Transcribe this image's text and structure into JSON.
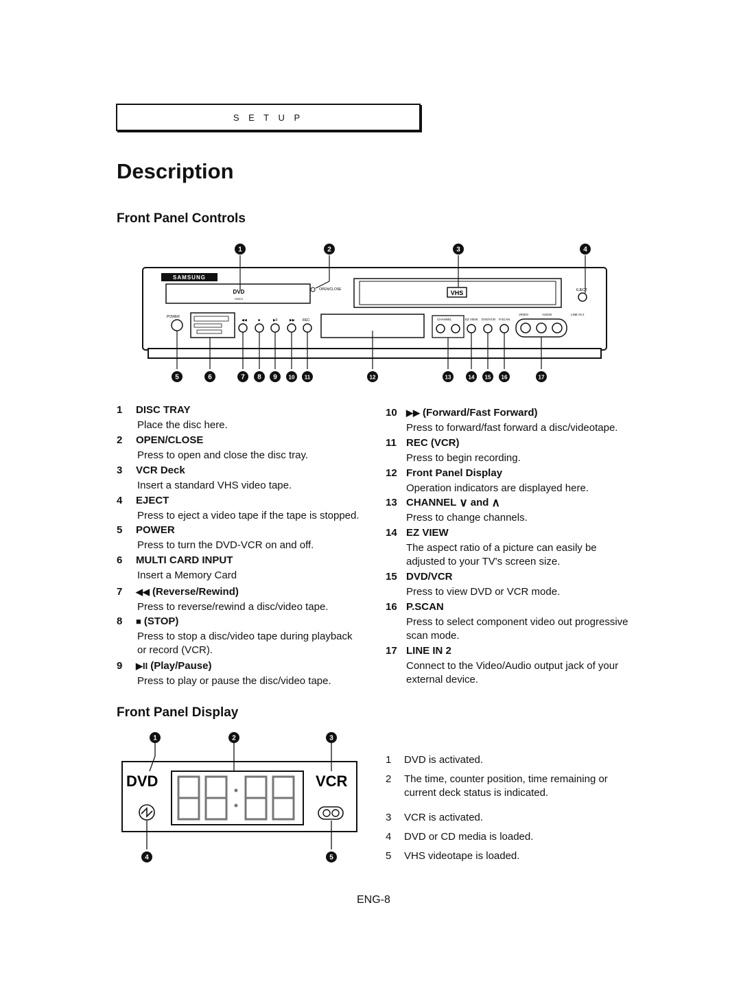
{
  "header": {
    "section_label": "SETUP"
  },
  "page_title": "Description",
  "front_panel_controls": {
    "heading": "Front Panel Controls",
    "diagram": {
      "brand": "SAMSUNG",
      "dvd_logo": "DVD",
      "dvd_logo_sub": "VIDEO",
      "open_close_label": "OPEN/CLOSE",
      "vhs_logo": "VHS",
      "eject_label": "EJECT",
      "power_label": "POWER",
      "rec_label": "REC",
      "channel_label": "CHANNEL",
      "ezview_label": "EZ VIEW",
      "dvdvcr_label": "DVD/VCR",
      "pscan_label": "P.SCAN",
      "video_label": "VIDEO",
      "audio_label": "AUDIO",
      "line_in_label": "LINE IN 2",
      "top_callouts": [
        "1",
        "2",
        "3",
        "4"
      ],
      "bottom_callouts": [
        "5",
        "6",
        "7",
        "8",
        "9",
        "10",
        "11",
        "12",
        "13",
        "14",
        "15",
        "16",
        "17"
      ]
    },
    "items_left": [
      {
        "num": "1",
        "title": "DISC TRAY",
        "desc": [
          "Place the disc here."
        ]
      },
      {
        "num": "2",
        "title": "OPEN/CLOSE",
        "desc": [
          "Press to open and close the disc tray."
        ]
      },
      {
        "num": "3",
        "title": "VCR Deck",
        "desc": [
          "Insert a standard VHS video tape."
        ]
      },
      {
        "num": "4",
        "title": "EJECT",
        "desc": [
          "Press to eject a video tape if the tape is stopped."
        ]
      },
      {
        "num": "5",
        "title": "POWER",
        "desc": [
          "Press to turn the DVD-VCR on and off."
        ]
      },
      {
        "num": "6",
        "title": "MULTI CARD INPUT",
        "desc": [
          "Insert a Memory Card"
        ]
      },
      {
        "num": "7",
        "icon": "rewind-icon",
        "title": "(Reverse/Rewind)",
        "desc": [
          "Press to reverse/rewind a disc/video tape."
        ]
      },
      {
        "num": "8",
        "icon": "stop-icon",
        "title": "(STOP)",
        "desc": [
          "Press to stop a disc/video tape during playback",
          "or record (VCR)."
        ]
      },
      {
        "num": "9",
        "icon": "play-pause-icon",
        "title": "(Play/Pause)",
        "desc": [
          "Press to play or pause the disc/video tape."
        ]
      }
    ],
    "items_right": [
      {
        "num": "10",
        "icon": "fast-forward-icon",
        "title": "(Forward/Fast Forward)",
        "desc": [
          "Press to forward/fast forward a disc/videotape."
        ]
      },
      {
        "num": "11",
        "title": "REC (VCR)",
        "desc": [
          "Press to begin recording."
        ]
      },
      {
        "num": "12",
        "title": "Front Panel Display",
        "desc": [
          "Operation indicators are displayed here."
        ]
      },
      {
        "num": "13",
        "title": "CHANNEL",
        "title_and": "and",
        "desc": [
          "Press to change channels."
        ]
      },
      {
        "num": "14",
        "title": "EZ VIEW",
        "desc": [
          "The aspect ratio of a picture can easily be",
          "adjusted to your TV's screen size."
        ]
      },
      {
        "num": "15",
        "title": "DVD/VCR",
        "desc": [
          "Press to view DVD or VCR mode."
        ]
      },
      {
        "num": "16",
        "title": "P.SCAN",
        "desc": [
          "Press to select component video out progressive",
          "scan mode."
        ]
      },
      {
        "num": "17",
        "title": "LINE IN 2",
        "desc": [
          "Connect to the Video/Audio output jack of your",
          "external device."
        ]
      }
    ]
  },
  "front_panel_display": {
    "heading": "Front Panel Display",
    "diagram": {
      "dvd_text": "DVD",
      "vcr_text": "VCR",
      "top_callouts": [
        "1",
        "2",
        "3"
      ],
      "bottom_callouts": [
        "4",
        "5"
      ]
    },
    "items": [
      {
        "num": "1",
        "text": [
          "DVD is activated."
        ]
      },
      {
        "num": "2",
        "text": [
          "The time, counter position, time remaining or",
          "current deck status is indicated."
        ]
      },
      {
        "num": "3",
        "text": [
          "VCR is activated."
        ]
      },
      {
        "num": "4",
        "text": [
          "DVD or CD media is loaded."
        ]
      },
      {
        "num": "5",
        "text": [
          "VHS videotape is loaded."
        ]
      }
    ]
  },
  "page_number": "ENG-8"
}
